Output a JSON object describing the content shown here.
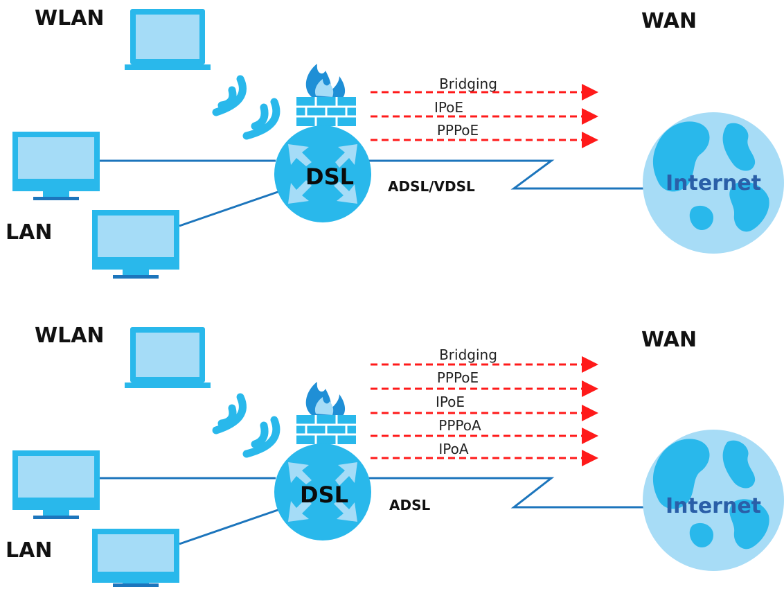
{
  "colors": {
    "device_blue": "#29b8eb",
    "device_light": "#a5dcf7",
    "line_blue": "#1c75bc",
    "arrow_red": "#ff1a1a",
    "globe_ocean": "#a7dcf6",
    "globe_land": "#29b8eb",
    "flame": "#1f8fd6"
  },
  "icons": [
    "laptop-icon",
    "monitor-icon",
    "wifi-signal-icon",
    "firewall-icon",
    "router-icon",
    "globe-icon"
  ],
  "diagrams": [
    {
      "wlan_label": "WLAN",
      "lan_label": "LAN",
      "wan_label": "WAN",
      "router_label": "DSL",
      "link_label": "ADSL/VDSL",
      "internet_label": "Internet",
      "protocols": [
        "Bridging",
        "IPoE",
        "PPPoE"
      ]
    },
    {
      "wlan_label": "WLAN",
      "lan_label": "LAN",
      "wan_label": "WAN",
      "router_label": "DSL",
      "link_label": "ADSL",
      "internet_label": "Internet",
      "protocols": [
        "Bridging",
        "PPPoE",
        "IPoE",
        "PPPoA",
        "IPoA"
      ]
    }
  ]
}
